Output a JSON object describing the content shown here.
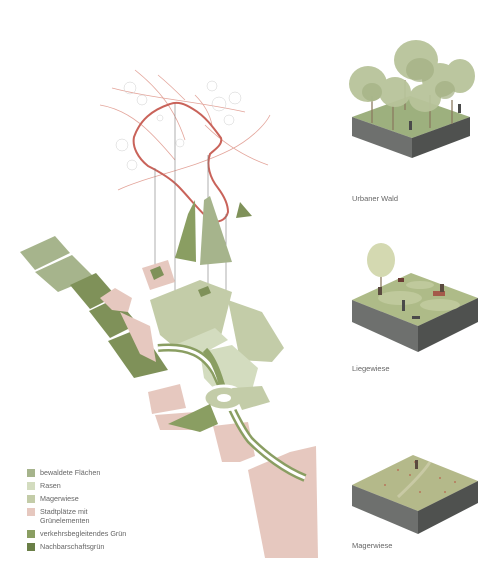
{
  "legend": {
    "items": [
      {
        "label": "bewaldete Flächen",
        "color": "#a6b48c"
      },
      {
        "label": "Rasen",
        "color": "#d3dcbf"
      },
      {
        "label": "Magerwiese",
        "color": "#c3cca8"
      },
      {
        "label": "Stadtplätze mit\nGrünelementen",
        "color": "#e6c8bf"
      },
      {
        "label": "verkehrsbegleitendes Grün",
        "color": "#8a9e62"
      },
      {
        "label": "Nachbarschaftsgrün",
        "color": "#6a7f47"
      }
    ]
  },
  "vignettes": [
    {
      "caption": "Urbaner Wald"
    },
    {
      "caption": "Liegewiese"
    },
    {
      "caption": "Magerwiese"
    }
  ],
  "colors": {
    "outline": "#c9635a",
    "street_lines": "#e3a49a",
    "soil_side": "#6e706e",
    "soil_side_dark": "#4f514f"
  }
}
